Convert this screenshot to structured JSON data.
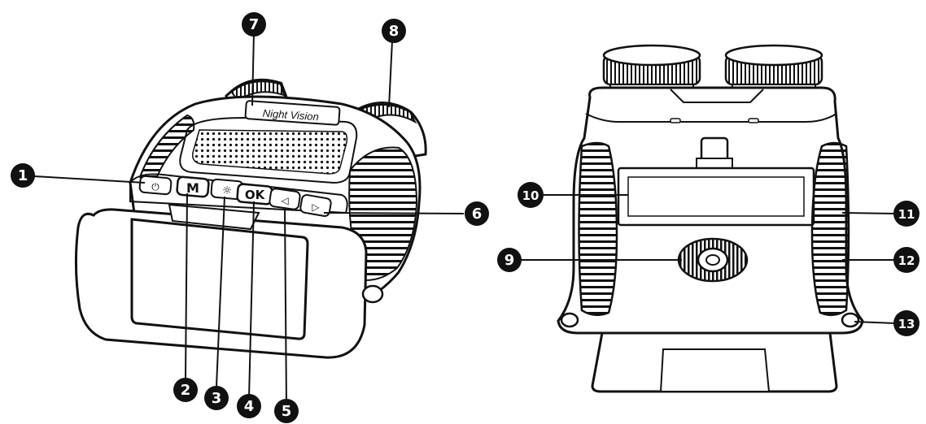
{
  "colors": {
    "ink": "#111111",
    "paper": "#ffffff"
  },
  "front_view": {
    "label_plate": "Night Vision",
    "buttons": {
      "power": "⏻",
      "mode": "M",
      "brightness": "☼",
      "ok": "OK",
      "left": "◁",
      "right": "▷"
    }
  },
  "callouts": {
    "c1": "1",
    "c2": "2",
    "c3": "3",
    "c4": "4",
    "c5": "5",
    "c6": "6",
    "c7": "7",
    "c8": "8",
    "c9": "9",
    "c10": "10",
    "c11": "11",
    "c12": "12",
    "c13": "13"
  }
}
